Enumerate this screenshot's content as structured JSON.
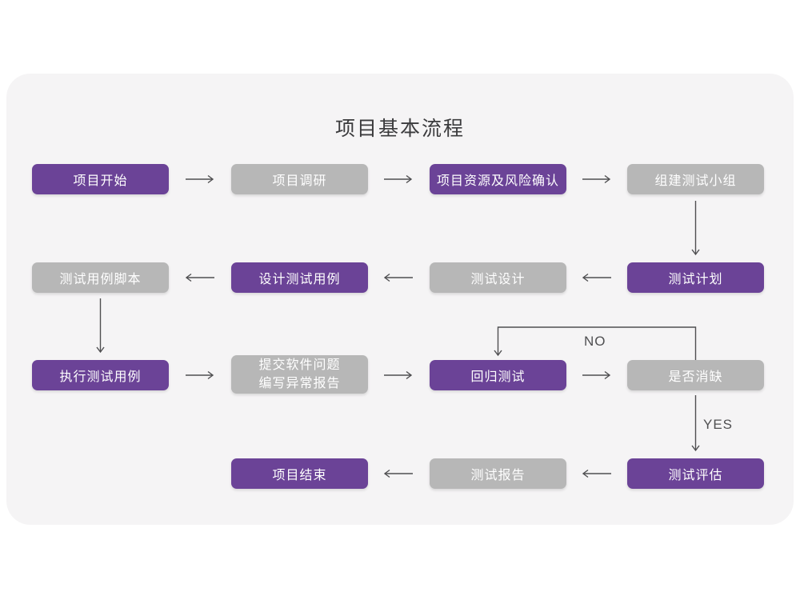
{
  "title": "项目基本流程",
  "edge_labels": {
    "no": "NO",
    "yes": "YES"
  },
  "theme": {
    "purple": "#6b4397",
    "gray": "#b7b7b7",
    "card_bg": "#f5f4f5",
    "page_bg": "#ffffff",
    "arrow": "#4f4f51",
    "box_text": "#ffffff",
    "title_color": "#3b3b3d"
  },
  "nodes": [
    {
      "id": "project-start",
      "label": "项目开始",
      "variant": "purple"
    },
    {
      "id": "project-research",
      "label": "项目调研",
      "variant": "gray"
    },
    {
      "id": "resources-risk-confirm",
      "label": "项目资源及风险确认",
      "variant": "purple"
    },
    {
      "id": "form-test-team",
      "label": "组建测试小组",
      "variant": "gray"
    },
    {
      "id": "test-plan",
      "label": "测试计划",
      "variant": "purple"
    },
    {
      "id": "test-design",
      "label": "测试设计",
      "variant": "gray"
    },
    {
      "id": "design-test-cases",
      "label": "设计测试用例",
      "variant": "purple"
    },
    {
      "id": "test-case-scripts",
      "label": "测试用例脚本",
      "variant": "gray"
    },
    {
      "id": "execute-test-cases",
      "label": "执行测试用例",
      "variant": "purple"
    },
    {
      "id": "submit-issues-report",
      "line1": "提交软件问题",
      "line2": "编写异常报告",
      "variant": "gray"
    },
    {
      "id": "regression-test",
      "label": "回归测试",
      "variant": "purple"
    },
    {
      "id": "defect-resolved",
      "label": "是否消缺",
      "variant": "gray"
    },
    {
      "id": "test-evaluation",
      "label": "测试评估",
      "variant": "purple"
    },
    {
      "id": "test-report",
      "label": "测试报告",
      "variant": "gray"
    },
    {
      "id": "project-end",
      "label": "项目结束",
      "variant": "purple"
    }
  ]
}
